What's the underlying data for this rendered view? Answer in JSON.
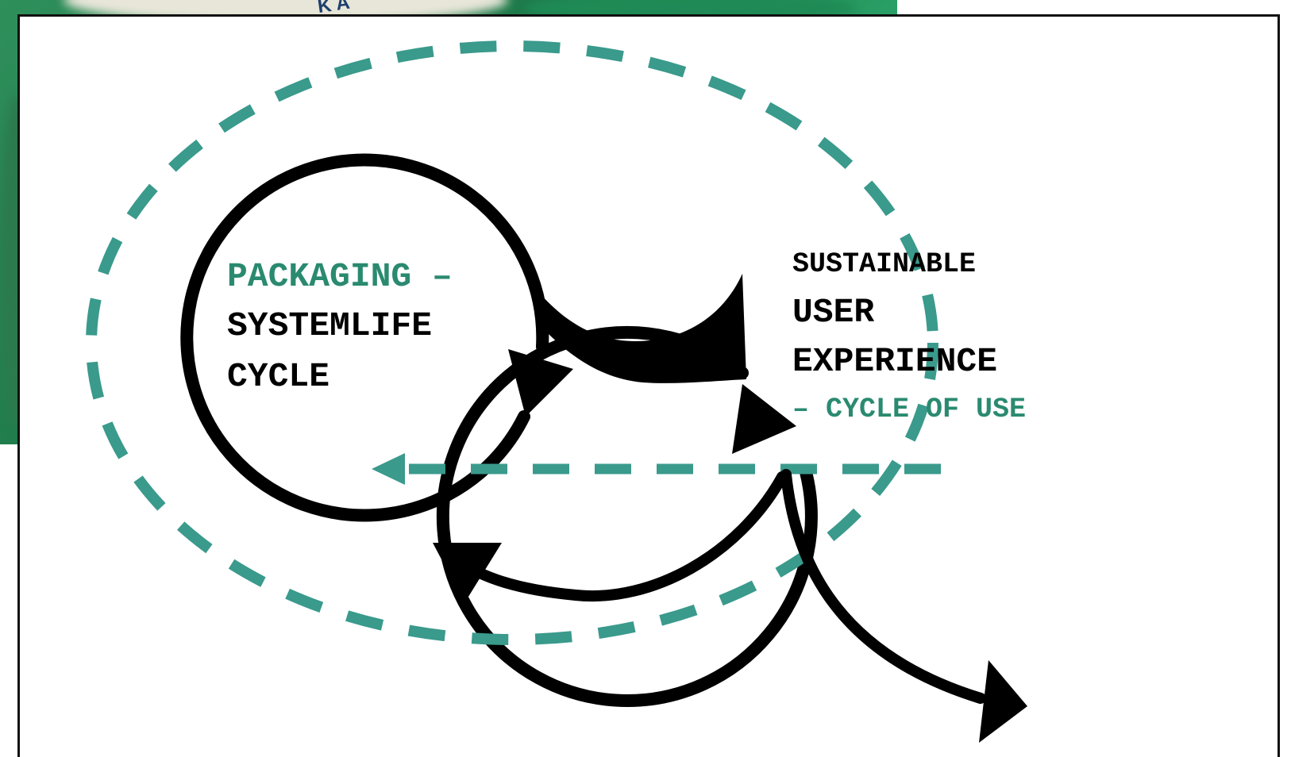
{
  "diagram": {
    "left_circle": {
      "line1": "PACKAGING –",
      "line2": "SYSTEMLIFE",
      "line3": "CYCLE"
    },
    "right_circle": {
      "line1": "SUSTAINABLE",
      "line2": "USER",
      "line3": "EXPERIENCE",
      "line4": "– CYCLE OF USE"
    },
    "colors": {
      "accent": "#3a9a8c",
      "label_green": "#2a8a70",
      "ink": "#000000",
      "photo_green": "#2a8f5a"
    },
    "background_photo_text": "KA"
  }
}
